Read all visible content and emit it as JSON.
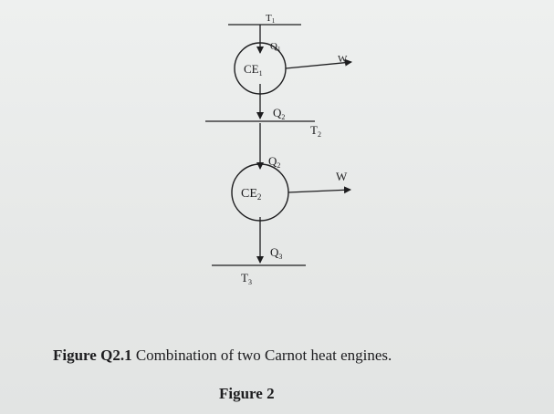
{
  "diagram": {
    "reservoirs": {
      "t1": "T",
      "t1_sub": "1",
      "t2": "T",
      "t2_sub": "2",
      "t3": "T",
      "t3_sub": "3"
    },
    "engines": {
      "ce1": "CE",
      "ce1_sub": "1",
      "ce2": "CE",
      "ce2_sub": "2"
    },
    "heat_flows": {
      "q1": "Q",
      "q1_sub": "1",
      "q2a": "Q",
      "q2a_sub": "2",
      "q2b": "Q",
      "q2b_sub": "2",
      "q3": "Q",
      "q3_sub": "3"
    },
    "work": {
      "w1": "W",
      "w2": "W"
    }
  },
  "caption": {
    "label": "Figure Q2.1",
    "text": " Combination of two Carnot heat engines."
  },
  "figure_number": "Figure 2"
}
